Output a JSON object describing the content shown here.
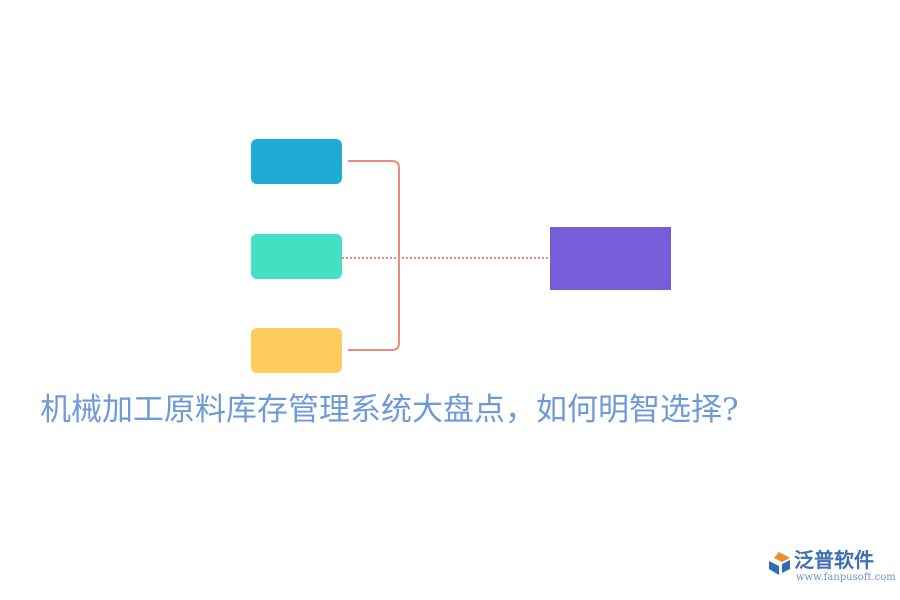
{
  "diagram": {
    "title": "机械加工原料库存管理系统大盘点，如何明智选择?",
    "nodes": [
      {
        "id": "blue",
        "label": "",
        "color": "#1EACD6"
      },
      {
        "id": "teal",
        "label": "",
        "color": "#45DFC1"
      },
      {
        "id": "yellow",
        "label": "",
        "color": "#FECC5C"
      },
      {
        "id": "purple",
        "label": "",
        "color": "#765ED8"
      }
    ],
    "connector_color": "#EC8A7A",
    "title_color": "#6E9AD8"
  },
  "logo": {
    "name": "泛普软件",
    "url": "www.fanpusoft.com",
    "icon": "fanpu-logo-icon",
    "name_color": "#3E6FB4",
    "url_color": "#6E8FBF",
    "mark_colors": [
      "#F08A2A",
      "#2E6DB5"
    ]
  }
}
